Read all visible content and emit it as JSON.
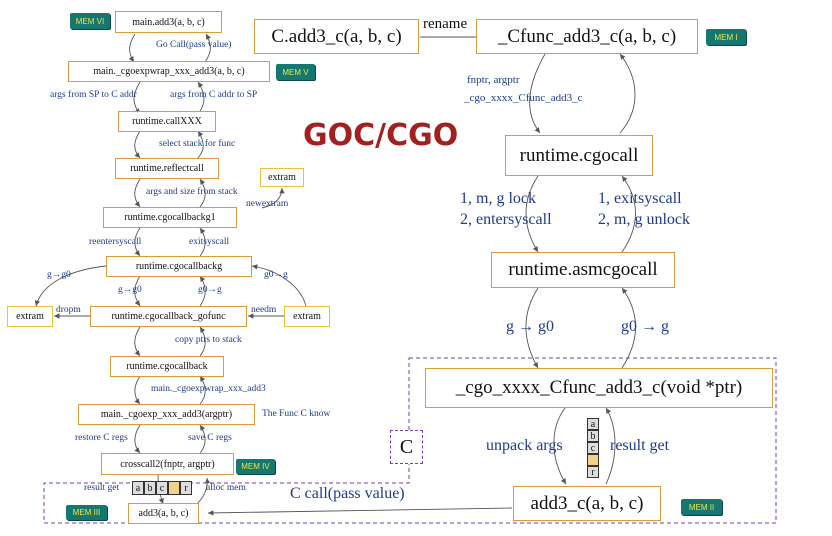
{
  "title": "GOC/CGO",
  "mem_tags": {
    "mem1": "MEM I",
    "mem2": "MEM II",
    "mem3": "MEM III",
    "mem4": "MEM IV",
    "mem5": "MEM V",
    "mem6": "MEM VI"
  },
  "left_chain": {
    "main_add3": "main.add3(a, b, c)",
    "cgoexpwrap": "main._cgoexpwrap_xxx_add3(a, b, c)",
    "callxxx": "runtime.callXXX",
    "reflectcall": "runtime.reflectcall",
    "cgocallbackg1": "runtime.cgocallbackg1",
    "cgocallbackg": "runtime.cgocallbackg",
    "gofunc": "runtime.cgocallback_gofunc",
    "cgocallback": "runtime.cgocallback",
    "cgoexp": "main._cgoexp_xxx_add3(argptr)",
    "crosscall2": "crosscall2(fnptr, argptr)",
    "add3_c": "add3(a, b, c)",
    "extram_top": "extram",
    "extram_left": "extram",
    "extram_right": "extram"
  },
  "left_labels": {
    "go_call": "Go Call(pass value)",
    "args_sp_to_c": "args from SP to C addr",
    "args_c_to_sp": "args from C addr to SP",
    "select_stack": "select stack for func",
    "args_size": "args and size from stack",
    "newextram": "newextram",
    "reentersyscall": "reentersyscall",
    "exitsyscall": "exitsyscall",
    "g_g0_left": "g→g0",
    "g0_g_right": "g0→g",
    "g_g0_mid": "g→g0",
    "g0_g_mid": "g0→g",
    "dropm": "dropm",
    "needm": "needm",
    "copy_ptrs": "copy ptrs to stack",
    "cgoexpwrap_small": "main._cgoexpwrap_xxx_add3",
    "func_c_know": "The Func C know",
    "restore_regs": "restore C regs",
    "save_regs": "save C regs",
    "result_get": "result get",
    "alloc_mem": "alloc mem",
    "cells": [
      "a",
      "b",
      "c",
      "",
      "r"
    ]
  },
  "right_chain": {
    "c_add3": "C.add3_c(a, b, c)",
    "cfunc_add3": "_Cfunc_add3_c(a, b, c)",
    "cgocall": "runtime.cgocall",
    "asmcgocall": "runtime.asmcgocall",
    "cgo_cfunc": "_cgo_xxxx_Cfunc_add3_c(void *ptr)",
    "add3_c": "add3_c(a, b, c)",
    "c_label": "C"
  },
  "right_labels": {
    "rename": "rename",
    "fnptr_argptr": "fnptr, argptr",
    "cgo_cfunc_small": "_cgo_xxxx_Cfunc_add3_c",
    "lock_1": "1, m, g lock",
    "lock_2": "2, entersyscall",
    "unlock_1": "1, exitsyscall",
    "unlock_2": "2, m, g unlock",
    "g_g0": "g → g0",
    "g0_g": "g0 → g",
    "unpack_args": "unpack args",
    "result_get": "result get",
    "c_call": "C call(pass value)",
    "cells": [
      "a",
      "b",
      "c",
      "",
      "r"
    ]
  }
}
